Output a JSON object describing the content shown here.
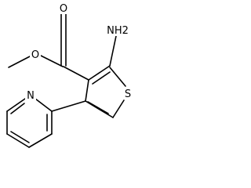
{
  "molecule": {
    "atom_labels": {
      "ester_carbonyl_oxygen": "O",
      "ester_ether_oxygen": "O",
      "amino_group": "NH2",
      "thiophene_sulfur": "S",
      "pyridine_nitrogen": "N"
    }
  }
}
